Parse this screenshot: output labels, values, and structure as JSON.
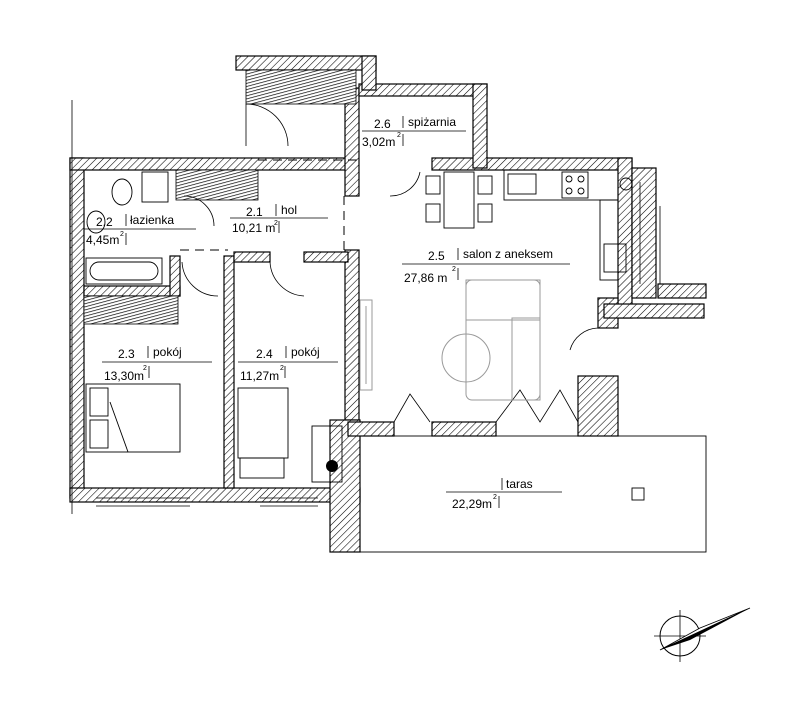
{
  "rooms": [
    {
      "number": "2.1",
      "name": "hol",
      "area": "10,21 m",
      "unit_sup": "2"
    },
    {
      "number": "2.2",
      "name": "łazienka",
      "area": "4,45m",
      "unit_sup": "2"
    },
    {
      "number": "2.3",
      "name": "pokój",
      "area": "13,30m",
      "unit_sup": "2"
    },
    {
      "number": "2.4",
      "name": "pokój",
      "area": "11,27m",
      "unit_sup": "2"
    },
    {
      "number": "2.5",
      "name": "salon z aneksem",
      "area": "27,86 m",
      "unit_sup": "2"
    },
    {
      "number": "2.6",
      "name": "spiżarnia",
      "area": "3,02m",
      "unit_sup": "2"
    },
    {
      "number": "",
      "name": "taras",
      "area": "22,29m",
      "unit_sup": "2"
    }
  ],
  "icons": {
    "north_arrow": "north-arrow-icon",
    "hatch": "wall-hatch-pattern"
  },
  "colors": {
    "line": "#000000",
    "background": "#ffffff",
    "furniture_grey": "#9a9a9a"
  }
}
